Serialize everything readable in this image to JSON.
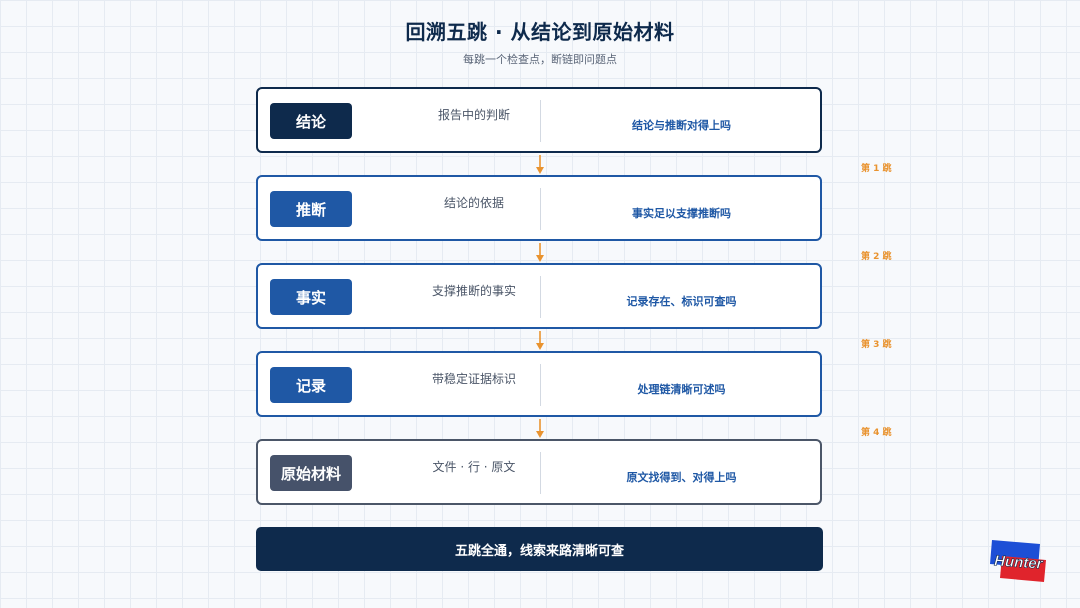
{
  "header": {
    "title": "回溯五跳 · 从结论到原始材料",
    "subtitle": "每跳一个检查点，断链即问题点"
  },
  "steps": [
    {
      "label": "结论",
      "desc": "报告中的判断",
      "check": "结论与推断对得上吗"
    },
    {
      "label": "推断",
      "desc": "结论的依据",
      "check": "事实足以支撑推断吗"
    },
    {
      "label": "事实",
      "desc": "支撑推断的事实",
      "check": "记录存在、标识可查吗"
    },
    {
      "label": "记录",
      "desc": "带稳定证据标识",
      "check": "处理链清晰可述吗"
    },
    {
      "label": "原始材料",
      "desc": "文件 · 行 · 原文",
      "check": "原文找得到、对得上吗"
    }
  ],
  "jumps": [
    "第 1 跳",
    "第 2 跳",
    "第 3 跳",
    "第 4 跳"
  ],
  "footer": {
    "banner": "五跳全通，线索来路清晰可查"
  },
  "logo": {
    "text": "Hunter"
  },
  "colors": {
    "navy": "#0e2a4c",
    "blue": "#1f58a5",
    "slate": "#46526a",
    "accent_orange": "#e9932f",
    "logo_blue": "#1d4fd6",
    "logo_red": "#e0242c"
  }
}
